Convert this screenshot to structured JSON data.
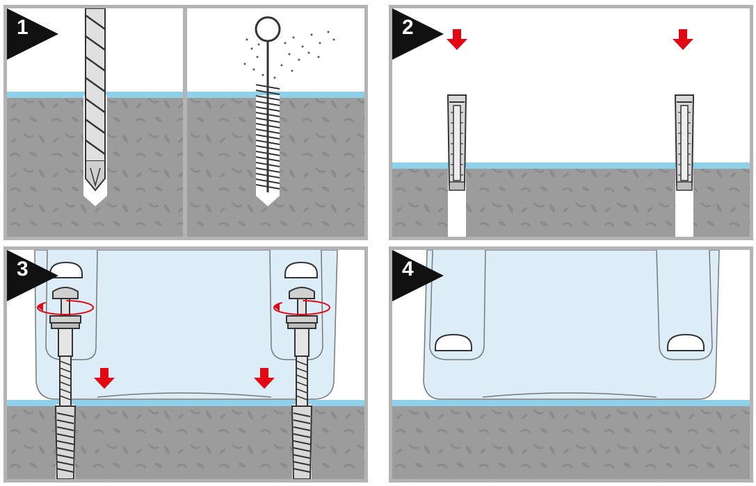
{
  "steps": [
    {
      "number": "1",
      "scene": "drill-and-clean-hole"
    },
    {
      "number": "2",
      "scene": "insert-wall-plugs"
    },
    {
      "number": "3",
      "scene": "screw-through-seat-holes"
    },
    {
      "number": "4",
      "scene": "fitted-seat-result"
    }
  ],
  "icons": {
    "direction_arrow": "red-down-arrow-icon",
    "rotation": "red-rotation-arrow-icon",
    "badge": "black-triangle-badge-icon"
  },
  "colors": {
    "frame": "#b3b3b3",
    "concrete": "#9c9c9c",
    "concrete_specks": "#878787",
    "tile_line": "#8fd0ea",
    "arrow_red": "#e30613",
    "badge_black": "#111111",
    "seat_fill": "#dcedf8",
    "hole_white": "#ffffff"
  }
}
